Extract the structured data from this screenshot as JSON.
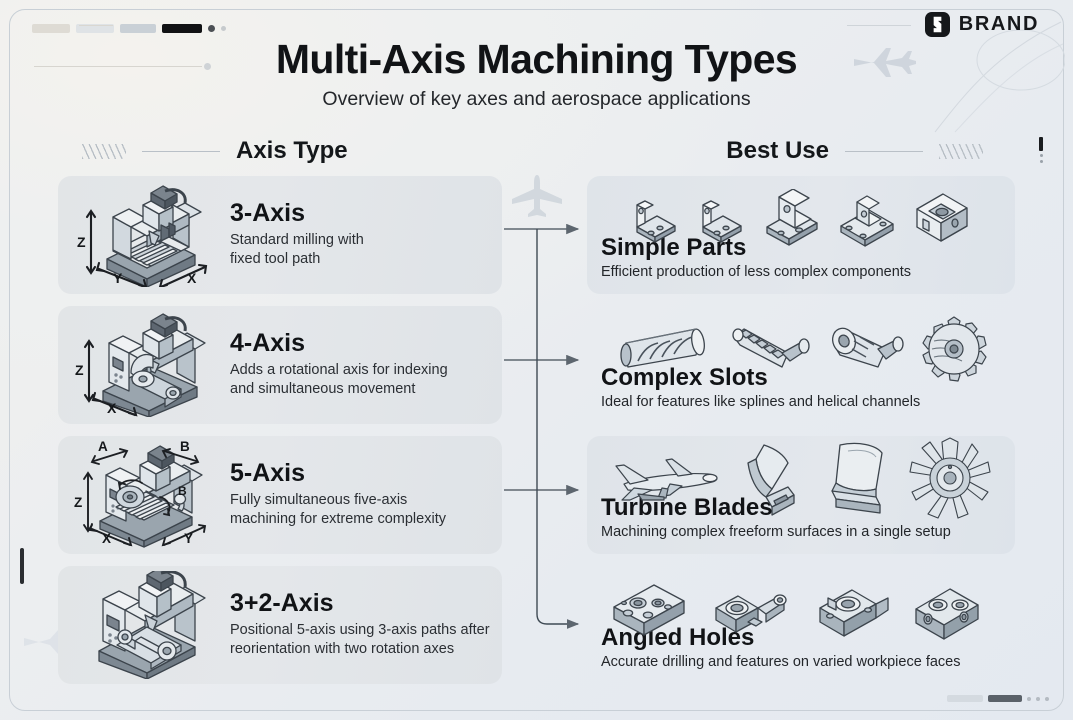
{
  "brand": {
    "name": "BRAND",
    "logo_icon": "brand-logo-icon"
  },
  "header": {
    "title": "Multi-Axis Machining Types",
    "subtitle": "Overview of key axes and aerospace applications"
  },
  "columns": {
    "left_header": "Axis Type",
    "right_header": "Best Use"
  },
  "axis_rows": [
    {
      "title": "3-Axis",
      "desc_line1": "Standard milling with",
      "desc_line2": "fixed tool path",
      "machine_icon": "cnc-3axis-machine-icon",
      "axis_labels": [
        "Z",
        "Y",
        "X"
      ]
    },
    {
      "title": "4-Axis",
      "desc_line1": "Adds a rotational axis for indexing",
      "desc_line2": "and simultaneous movement",
      "machine_icon": "cnc-4axis-machine-icon",
      "axis_labels": [
        "Z",
        "X"
      ]
    },
    {
      "title": "5-Axis",
      "desc_line1": "Fully simultaneous five-axis",
      "desc_line2": "machining for extreme complexity",
      "machine_icon": "cnc-5axis-machine-icon",
      "axis_labels": [
        "A",
        "B",
        "Z",
        "X",
        "Y",
        "B"
      ]
    },
    {
      "title": "3+2-Axis",
      "desc_line1": "Positional 5-axis using 3-axis paths after",
      "desc_line2": "reorientation with two rotation axes",
      "machine_icon": "cnc-3plus2axis-machine-icon",
      "axis_labels": []
    }
  ],
  "use_rows": [
    {
      "title": "Simple Parts",
      "desc": "Efficient production of less complex components",
      "art_icons": [
        "angle-bracket-icon",
        "angle-bracket-icon",
        "flanged-bracket-icon",
        "base-plate-icon",
        "housing-block-icon"
      ],
      "tinted": true
    },
    {
      "title": "Complex Slots",
      "desc": "Ideal for features like splines and helical channels",
      "art_icons": [
        "helical-shaft-icon",
        "splined-shaft-icon",
        "slotted-coupler-icon",
        "helical-gear-icon"
      ],
      "tinted": false
    },
    {
      "title": "Turbine Blades",
      "desc": "Machining complex freeform surfaces in a single setup",
      "art_icons": [
        "airplane-icon",
        "turbine-blade-icon",
        "turbine-vane-icon",
        "turbine-rotor-icon"
      ],
      "tinted": true
    },
    {
      "title": "Angled Holes",
      "desc": "Accurate drilling and features on varied workpiece faces",
      "art_icons": [
        "drilled-manifold-icon",
        "angled-valve-body-icon",
        "bored-housing-icon",
        "cross-bored-block-icon"
      ],
      "tinted": false
    }
  ],
  "decorations": {
    "progress_segments": 4,
    "progress_dots": 2,
    "bottom_segments": 2,
    "bottom_dots": 3,
    "connector_count": 4
  },
  "colors": {
    "ink": "#111316",
    "muted": "#2b2f34",
    "card": "#e2e5e7",
    "card_tinted": "#dfe4e9",
    "connector": "#5d666f",
    "accent_dark": "#111214",
    "metal_light": "#f0f2f4",
    "metal_mid": "#bcc6cf",
    "metal_dark": "#8d99a5"
  }
}
